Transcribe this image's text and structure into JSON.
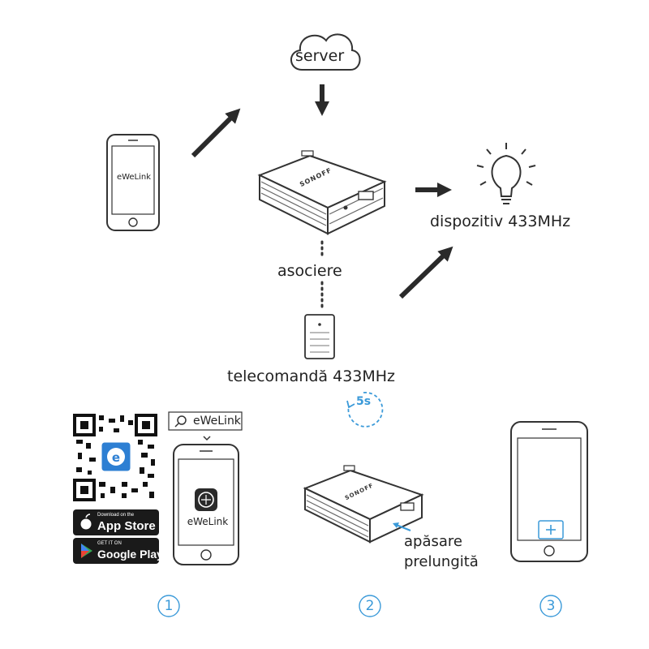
{
  "diagram": {
    "cloud_label": "server",
    "phone_top_app": "eWeLink",
    "device_label": "dispozitiv 433MHz",
    "pairing_label": "asociere",
    "remote_label": "telecomandă 433MHz",
    "timer_label": "5s",
    "search_query": "eWeLink",
    "phone_bottom_app": "eWeLink",
    "press_label": "apăsare\nprelungită",
    "bridge_brand": "SONOFF",
    "steps": [
      "1",
      "2",
      "3"
    ],
    "app_store_small": "Download on the",
    "app_store_big": "App Store",
    "google_play_small": "GET IT ON",
    "google_play_big": "Google Play",
    "qr_badge": "e"
  },
  "colors": {
    "ink": "#222222",
    "accent": "#3b9ad9",
    "badge": "#1a1a1a",
    "app_icon": "#2d7fd3"
  },
  "icons": [
    "cloud-icon",
    "smartphone-icon",
    "rf-bridge-icon",
    "light-bulb-icon",
    "remote-control-icon",
    "timer-icon",
    "qr-code-icon",
    "search-icon",
    "apple-icon",
    "google-play-icon",
    "plus-icon",
    "arrow-icon"
  ]
}
